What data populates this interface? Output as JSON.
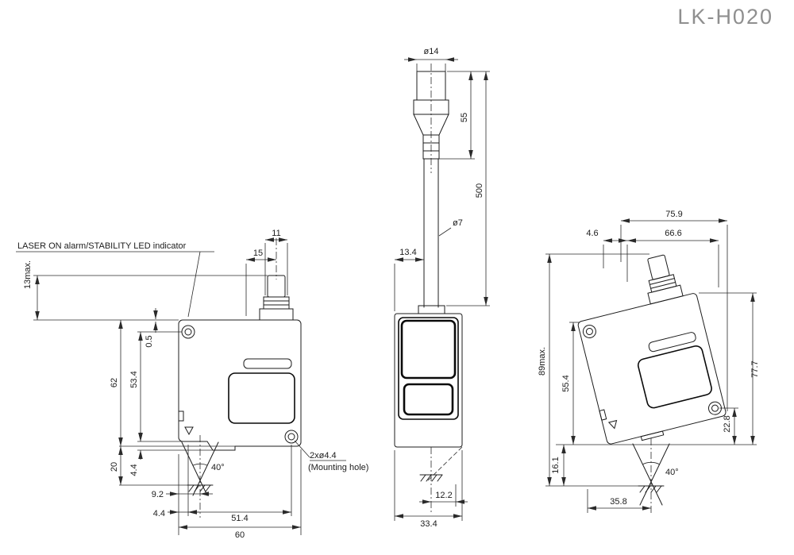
{
  "title": "LK-H020",
  "front_view": {
    "led_label": "LASER ON alarm/STABILITY LED indicator",
    "mounting_label_line1": "2xø4.4",
    "mounting_label_line2": "(Mounting hole)",
    "dim_13max": "13max.",
    "dim_15": "15",
    "dim_11": "11",
    "dim_0_5": "0.5",
    "dim_62": "62",
    "dim_53_4": "53.4",
    "dim_20": "20",
    "dim_4_4_left": "4.4",
    "dim_9_2": "9.2",
    "dim_4_4_bottom": "4.4",
    "dim_51_4": "51.4",
    "dim_60": "60",
    "dim_angle": "40°"
  },
  "side_view": {
    "dim_dia14": "ø14",
    "dim_55": "55",
    "dim_500": "500",
    "dim_dia7": "ø7",
    "dim_13_4": "13.4",
    "dim_12_2": "12.2",
    "dim_33_4": "33.4"
  },
  "tilted_view": {
    "dim_75_9": "75.9",
    "dim_4_6": "4.6",
    "dim_66_6": "66.6",
    "dim_89max": "89max.",
    "dim_55_4": "55.4",
    "dim_16_1": "16.1",
    "dim_77_7": "77.7",
    "dim_22_8": "22.8",
    "dim_35_8": "35.8",
    "dim_angle": "40°"
  }
}
